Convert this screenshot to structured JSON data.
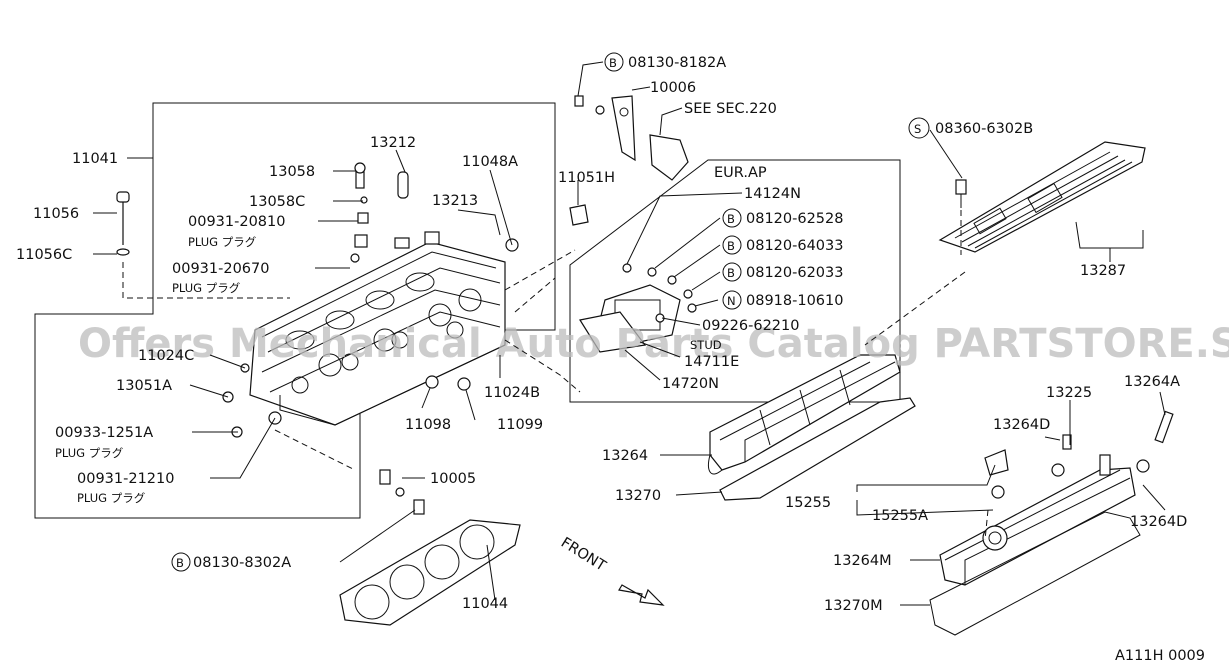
{
  "diagram_code": "A111H 0009",
  "watermark": "Offers Mechanical Auto Parts Catalog PARTSTORE.SA",
  "front_label": "FRONT",
  "plug_label": "PLUG プラグ",
  "see_sec": "SEE SEC.220",
  "eur_ap": "EUR.AP",
  "callouts": {
    "p11041": "11041",
    "p11056": "11056",
    "p11056c": "11056C",
    "p13058": "13058",
    "p13058c": "13058C",
    "p13212": "13212",
    "p11048a": "11048A",
    "p13213": "13213",
    "p00931_20810": "00931-20810",
    "p00931_20670": "00931-20670",
    "p11024c": "11024C",
    "p13051a": "13051A",
    "p00933_1251a": "00933-1251A",
    "p00931_21210": "00931-21210",
    "p11098": "11098",
    "p11099": "11099",
    "p11024b": "11024B",
    "p10005": "10005",
    "p08130_8302a": "08130-8302A",
    "p11044": "11044",
    "p08130_8182a": "08130-8182A",
    "p10006": "10006",
    "p11051h": "11051H",
    "p14124n": "14124N",
    "p08120_62528": "08120-62528",
    "p08120_64033": "08120-64033",
    "p08120_62033": "08120-62033",
    "p08918_10610": "08918-10610",
    "p09226_62210": "09226-62210",
    "stud_text": "STUD",
    "p14711e": "14711E",
    "p14720n": "14720N",
    "p08360_6302b": "08360-6302B",
    "p13287": "13287",
    "p13264": "13264",
    "p13270": "13270",
    "p15255": "15255",
    "p15255a": "15255A",
    "p13225": "13225",
    "p13264a": "13264A",
    "p13264d_1": "13264D",
    "p13264d_2": "13264D",
    "p13264m": "13264M",
    "p13270m": "13270M"
  },
  "circle_prefixes": {
    "b": "B",
    "s": "S",
    "n": "N"
  }
}
